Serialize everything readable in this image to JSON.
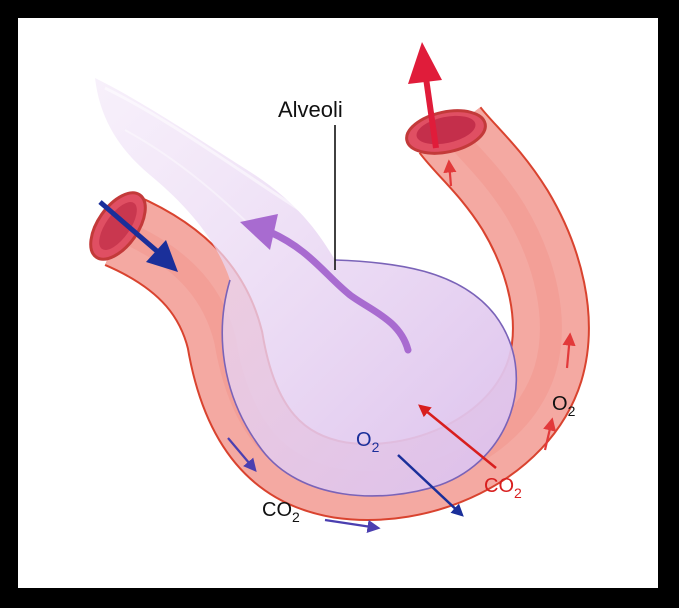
{
  "diagram": {
    "labels": {
      "alveoli": "Alveoli",
      "o2_gas": "O",
      "o2_gas_sub": "2",
      "co2_to_alveolus": "CO",
      "co2_to_alveolus_sub": "2",
      "o2_in_vessel": "O",
      "o2_in_vessel_sub": "2",
      "co2_in_vessel": "CO",
      "co2_in_vessel_sub": "2"
    },
    "colors": {
      "background": "#000000",
      "frame": "#ffffff",
      "vessel_fill": "#f4a9a2",
      "vessel_outline": "#d9432f",
      "vessel_lumen": "#d94a62",
      "alveolus_fill": "#e2c6ee",
      "alveolus_outline": "#7a63b8",
      "airway_flow_arrow": "#a86bd0",
      "oxygen_arrow": "#1a2f9a",
      "co2_arrow": "#d81e1e",
      "outflow_arrow": "#e01c3a",
      "label_text_black": "#111111",
      "label_text_blue": "#1a2f9a",
      "label_text_red": "#d81e1e"
    },
    "icons": {
      "inflow": "blue-inflow-arrow-icon",
      "outflow": "red-outflow-arrow-icon",
      "airflow": "purple-airflow-arrow-icon"
    }
  }
}
